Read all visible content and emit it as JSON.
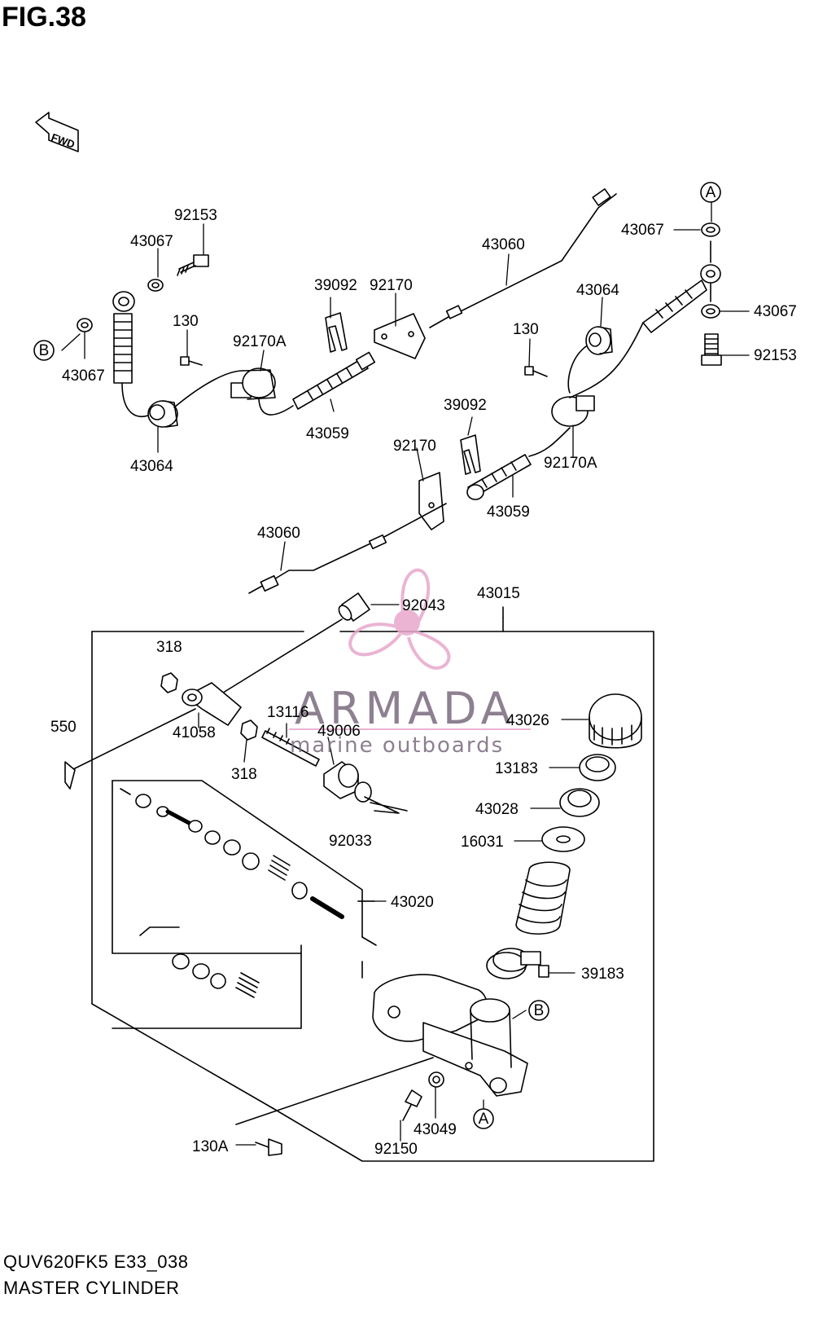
{
  "figure": {
    "title": "FIG.38"
  },
  "footer": {
    "model_code": "QUV620FK5 E33_038",
    "section_name": "MASTER CYLINDER"
  },
  "direction": {
    "label": "FWD"
  },
  "watermark": {
    "brand": "ARMADA",
    "tagline": "marine outboards",
    "color": "#e8a8cc"
  },
  "refs": {
    "A": "A",
    "B": "B"
  },
  "parts": {
    "p92153a": "92153",
    "p43067a": "43067",
    "p43067b": "43067",
    "p130a": "130",
    "p92170Aa": "92170A",
    "p43064a": "43064",
    "p43059a": "43059",
    "p39092a": "39092",
    "p92170a": "92170",
    "p43060a": "43060",
    "p43067c": "43067",
    "p43064b": "43064",
    "p43067d": "43067",
    "p130b": "130",
    "p92153b": "92153",
    "p39092b": "39092",
    "p92170b": "92170",
    "p92170Ab": "92170A",
    "p43059b": "43059",
    "p43060b": "43060",
    "p43015": "43015",
    "p92043": "92043",
    "p318a": "318",
    "p13116": "13116",
    "p49006": "49006",
    "p43026": "43026",
    "p550": "550",
    "p41058": "41058",
    "p318b": "318",
    "p13183": "13183",
    "p43028": "43028",
    "p92033": "92033",
    "p16031": "16031",
    "p43020": "43020",
    "p39183": "39183",
    "p43049": "43049",
    "p92150": "92150",
    "p130A": "130A"
  }
}
